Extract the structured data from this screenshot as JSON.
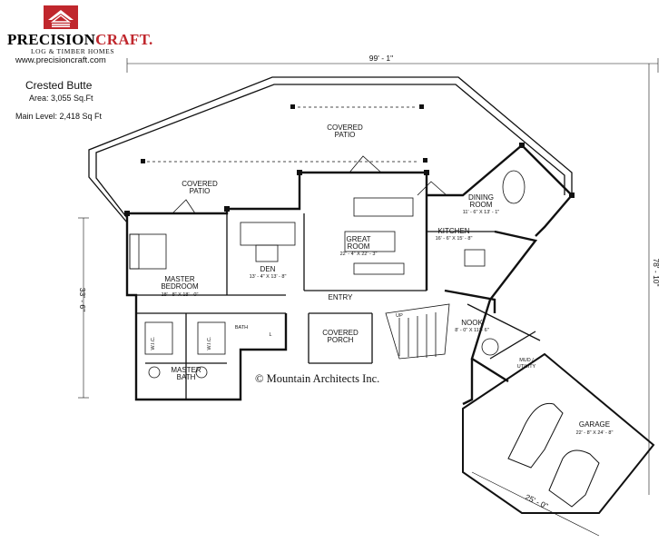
{
  "header": {
    "brand_precision": "PRECISION",
    "brand_craft": "CRAFT.",
    "tagline": "LOG & TIMBER HOMES",
    "website": "www.precisioncraft.com"
  },
  "plan": {
    "title": "Crested Butte",
    "area": "Area: 3,055 Sq.Ft",
    "main_level": "Main Level: 2,418 Sq Ft"
  },
  "dimensions": {
    "overall_width": "99' - 1\"",
    "overall_depth": "78' - 10\"",
    "left_depth": "33' - 6\"",
    "garage_width": "25' - 0\""
  },
  "rooms": {
    "covered_patio_top": [
      "COVERED",
      "PATIO"
    ],
    "covered_patio_left": [
      "COVERED",
      "PATIO"
    ],
    "dining_room": [
      "DINING",
      "ROOM",
      "11' - 6\" X 13' - 1\""
    ],
    "kitchen": [
      "KITCHEN",
      "16' - 6\" X 15' - 8\""
    ],
    "great_room": [
      "GREAT",
      "ROOM",
      "22' - 4\" X 22' - 3\""
    ],
    "den": [
      "DEN",
      "13' - 4\" X 13' - 8\""
    ],
    "master_bedroom": [
      "MASTER",
      "BEDROOM",
      "18' - 8\" X 18' - 0\""
    ],
    "entry": "ENTRY",
    "covered_porch": [
      "COVERED",
      "PORCH"
    ],
    "nook": [
      "NOOK",
      "8' - 0\" X 11' - 6\""
    ],
    "mud_utility": [
      "MUD /",
      "UTILITY"
    ],
    "garage": [
      "GARAGE",
      "22' - 8\" X 24' - 8\""
    ],
    "master_bath": [
      "MASTER",
      "BATH"
    ],
    "bath": "BATH",
    "wic_left": "W.I.C.",
    "wic_right": "W.I.C.",
    "linen": "L",
    "up": "UP"
  },
  "copyright": "© Mountain Architects Inc."
}
